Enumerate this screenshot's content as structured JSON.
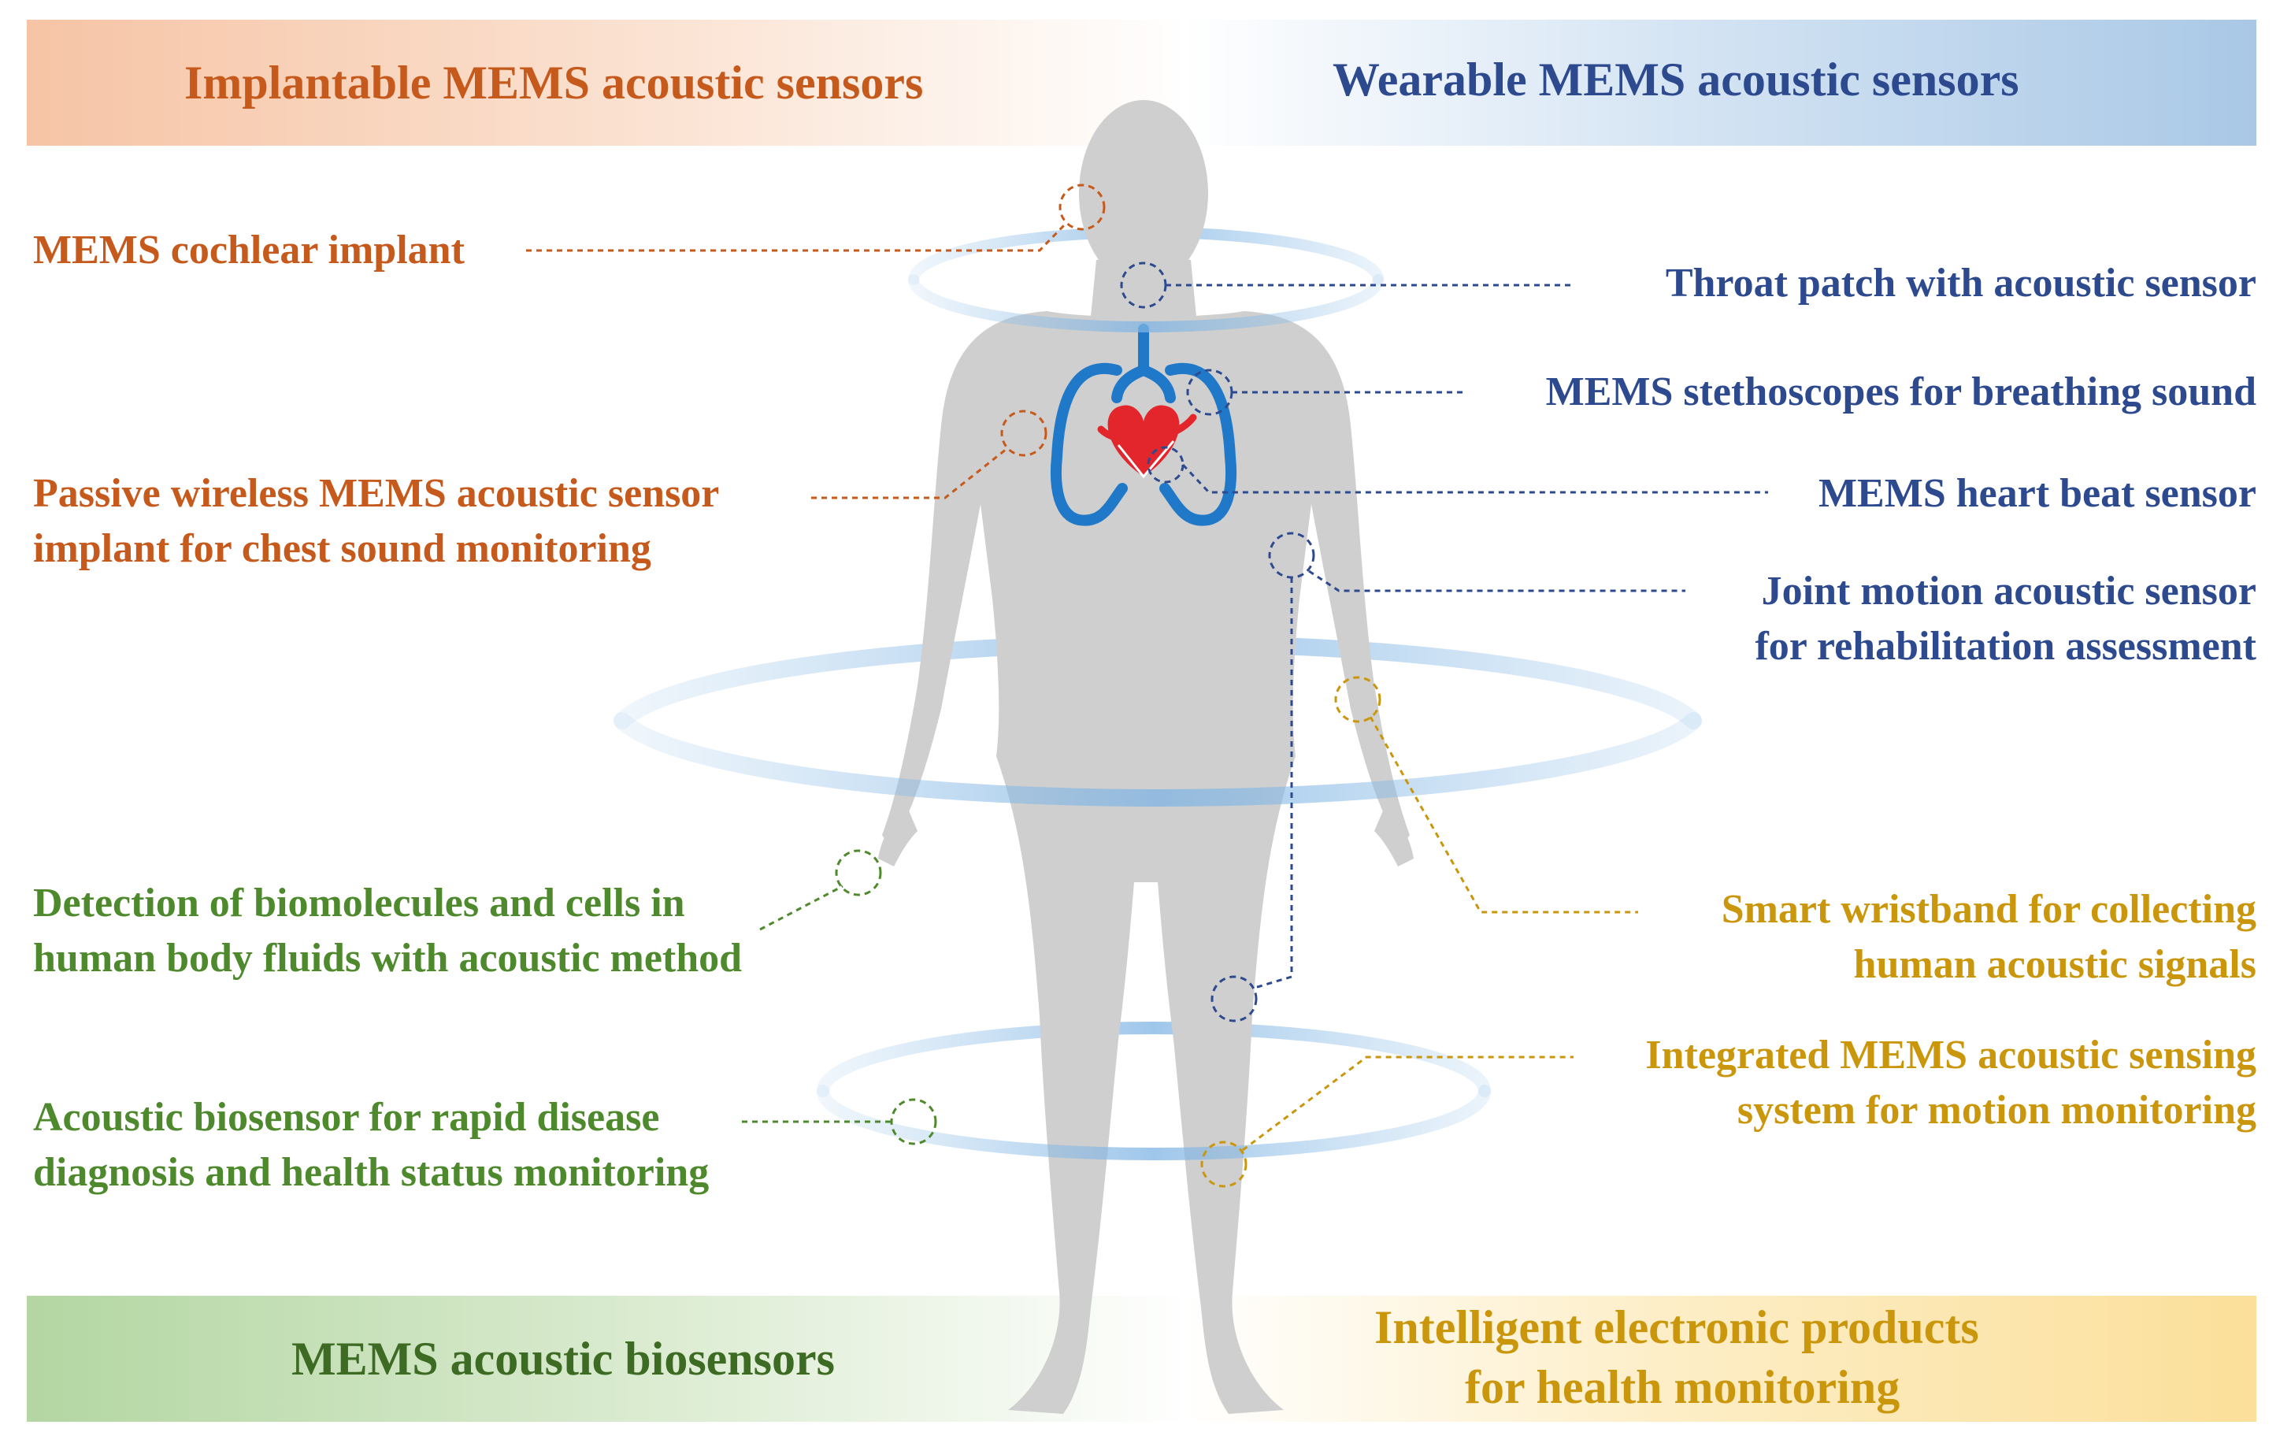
{
  "headers": {
    "implantable": "Implantable MEMS acoustic sensors",
    "wearable": "Wearable MEMS acoustic sensors",
    "biosensors": "MEMS acoustic biosensors",
    "intelligent_line1": "Intelligent electronic products",
    "intelligent_line2": "for health monitoring"
  },
  "left_labels": {
    "cochlear": "MEMS cochlear implant",
    "chest_line1": "Passive wireless MEMS acoustic sensor",
    "chest_line2": "implant for chest sound monitoring",
    "fluids_line1": "Detection of biomolecules and cells in",
    "fluids_line2": "human body fluids with acoustic method",
    "disease_line1": "Acoustic biosensor for rapid disease",
    "disease_line2": "diagnosis and health status monitoring"
  },
  "right_labels": {
    "throat": "Throat patch with acoustic sensor",
    "stethoscope": "MEMS stethoscopes for breathing sound",
    "heartbeat": "MEMS heart beat sensor",
    "joint_line1": "Joint motion acoustic sensor",
    "joint_line2": "for rehabilitation assessment",
    "wristband_line1": "Smart wristband for collecting",
    "wristband_line2": "human acoustic signals",
    "integrated_line1": "Integrated MEMS acoustic sensing",
    "integrated_line2": "system for motion monitoring"
  },
  "colors": {
    "implantable": "#c55a1c",
    "wearable": "#2e4a8f",
    "biosensors": "#4e8a2d",
    "intelligent": "#c9960c",
    "body": "#cfcfcf",
    "lungs": "#1f78c8",
    "heart": "#e3262b"
  },
  "icons": [
    "human-body-silhouette",
    "lungs-icon",
    "heart-icon",
    "ring-halo"
  ]
}
